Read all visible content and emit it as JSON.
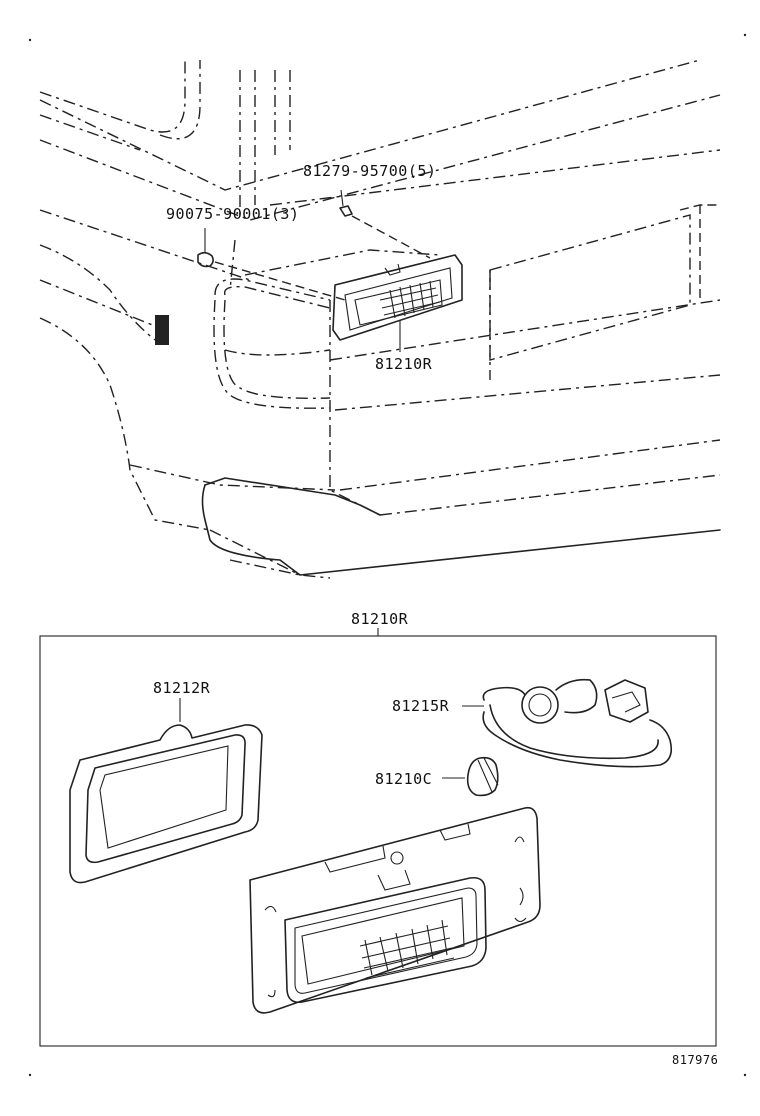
{
  "diagram": {
    "labels": {
      "screw": "81279-95700(5)",
      "nut": "90075-90001(3)",
      "lamp_assy_top": "81210R",
      "lamp_assy_box": "81210R",
      "gasket": "81212R",
      "socket": "81215R",
      "bulb": "81210C"
    },
    "figure_code": "817976"
  }
}
